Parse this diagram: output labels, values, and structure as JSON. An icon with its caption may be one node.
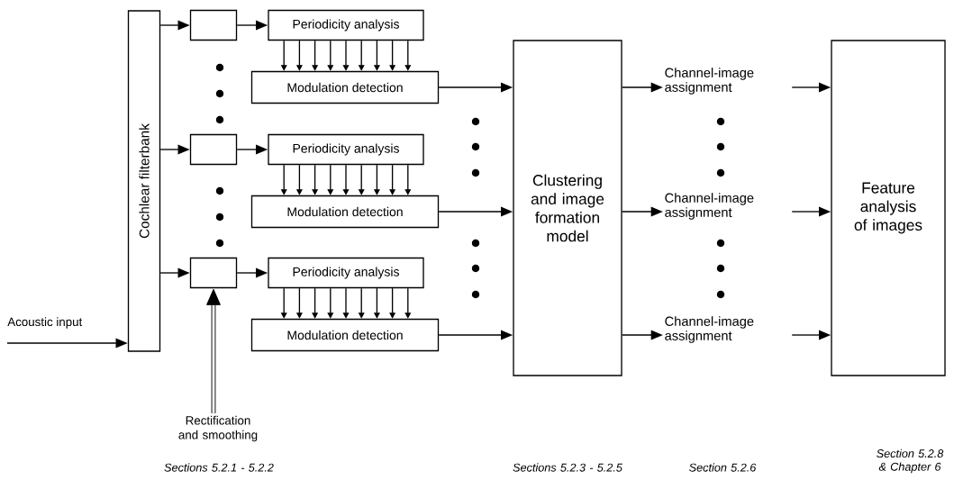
{
  "diagram": {
    "nodes": [
      {
        "text": [
          "Acoustic input"
        ]
      },
      {
        "text": [
          "Cochlear filterbank"
        ]
      },
      {
        "text": [],
        "shape": "box"
      },
      {
        "text": [],
        "shape": "box"
      },
      {
        "text": [],
        "shape": "box"
      },
      {
        "text": [
          "Periodicity analysis"
        ]
      },
      {
        "text": [
          "Modulation detection"
        ]
      },
      {
        "text": [
          "Periodicity analysis"
        ]
      },
      {
        "text": [
          "Modulation detection"
        ]
      },
      {
        "text": [
          "Periodicity analysis"
        ]
      },
      {
        "text": [
          "Modulation detection"
        ]
      },
      {
        "text": [
          "Clustering and image formation model"
        ]
      },
      {
        "text": [
          "Channel-image assignment"
        ]
      },
      {
        "text": [
          "Channel-image assignment"
        ]
      },
      {
        "text": [
          "Channel-image assignment"
        ]
      },
      {
        "text": [
          "Feature analysis of images"
        ]
      },
      {
        "text": [
          "Rectification and smoothing"
        ]
      }
    ],
    "edges": [
      {
        "from": 0,
        "to": 1,
        "arrow": "to"
      },
      {
        "from": 1,
        "to": 2,
        "arrow": "to"
      },
      {
        "from": 1,
        "to": 3,
        "arrow": "to"
      },
      {
        "from": 1,
        "to": 4,
        "arrow": "to"
      },
      {
        "from": 2,
        "to": 5,
        "arrow": "to"
      },
      {
        "from": 3,
        "to": 7,
        "arrow": "to"
      },
      {
        "from": 4,
        "to": 9,
        "arrow": "to"
      },
      {
        "from": 5,
        "to": 6,
        "arrow": "to"
      },
      {
        "from": 5,
        "to": 6,
        "arrow": "to"
      },
      {
        "from": 5,
        "to": 6,
        "arrow": "to"
      },
      {
        "from": 5,
        "to": 6,
        "arrow": "to"
      },
      {
        "from": 5,
        "to": 6,
        "arrow": "to"
      },
      {
        "from": 5,
        "to": 6,
        "arrow": "to"
      },
      {
        "from": 5,
        "to": 6,
        "arrow": "to"
      },
      {
        "from": 5,
        "to": 6,
        "arrow": "to"
      },
      {
        "from": 5,
        "to": 6,
        "arrow": "to"
      },
      {
        "from": 7,
        "to": 8,
        "arrow": "to"
      },
      {
        "from": 7,
        "to": 8,
        "arrow": "to"
      },
      {
        "from": 7,
        "to": 8,
        "arrow": "to"
      },
      {
        "from": 7,
        "to": 8,
        "arrow": "to"
      },
      {
        "from": 7,
        "to": 8,
        "arrow": "to"
      },
      {
        "from": 7,
        "to": 8,
        "arrow": "to"
      },
      {
        "from": 7,
        "to": 8,
        "arrow": "to"
      },
      {
        "from": 7,
        "to": 8,
        "arrow": "to"
      },
      {
        "from": 7,
        "to": 8,
        "arrow": "to"
      },
      {
        "from": 9,
        "to": 10,
        "arrow": "to"
      },
      {
        "from": 9,
        "to": 10,
        "arrow": "to"
      },
      {
        "from": 9,
        "to": 10,
        "arrow": "to"
      },
      {
        "from": 9,
        "to": 10,
        "arrow": "to"
      },
      {
        "from": 9,
        "to": 10,
        "arrow": "to"
      },
      {
        "from": 9,
        "to": 10,
        "arrow": "to"
      },
      {
        "from": 9,
        "to": 10,
        "arrow": "to"
      },
      {
        "from": 9,
        "to": 10,
        "arrow": "to"
      },
      {
        "from": 9,
        "to": 10,
        "arrow": "to"
      },
      {
        "from": 6,
        "to": 11,
        "arrow": "to"
      },
      {
        "from": 8,
        "to": 11,
        "arrow": "to"
      },
      {
        "from": 10,
        "to": 11,
        "arrow": "to"
      },
      {
        "from": 11,
        "to": 12,
        "arrow": "to"
      },
      {
        "from": 11,
        "to": 13,
        "arrow": "to"
      },
      {
        "from": 11,
        "to": 14,
        "arrow": "to"
      },
      {
        "from": 12,
        "to": 15,
        "arrow": "to"
      },
      {
        "from": 13,
        "to": 15,
        "arrow": "to"
      },
      {
        "from": 14,
        "to": 15,
        "arrow": "to"
      },
      {
        "from": 16,
        "to": 4,
        "arrow": "to",
        "style": "thick"
      }
    ],
    "labels": [
      "Sections 5.2.1 - 5.2.2",
      "Sections 5.2.3 - 5.2.5",
      "Section 5.2.6",
      "Section 5.2.8 & Chapter 6"
    ]
  }
}
